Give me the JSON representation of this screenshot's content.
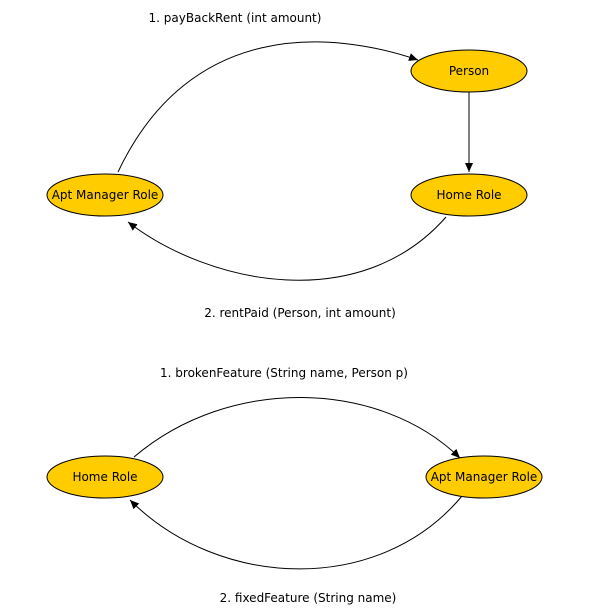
{
  "colors": {
    "node_fill": "#ffcc00",
    "stroke": "#000000",
    "background": "#ffffff"
  },
  "diagram1": {
    "nodes": {
      "person": "Person",
      "apt_manager": "Apt Manager Role",
      "home_role": "Home Role"
    },
    "messages": {
      "pay_back_rent": "1. payBackRent (int amount)",
      "rent_paid": "2. rentPaid (Person, int amount)"
    }
  },
  "diagram2": {
    "nodes": {
      "home_role": "Home Role",
      "apt_manager": "Apt Manager Role"
    },
    "messages": {
      "broken_feature": "1. brokenFeature (String name, Person p)",
      "fixed_feature": "2. fixedFeature (String name)"
    }
  }
}
